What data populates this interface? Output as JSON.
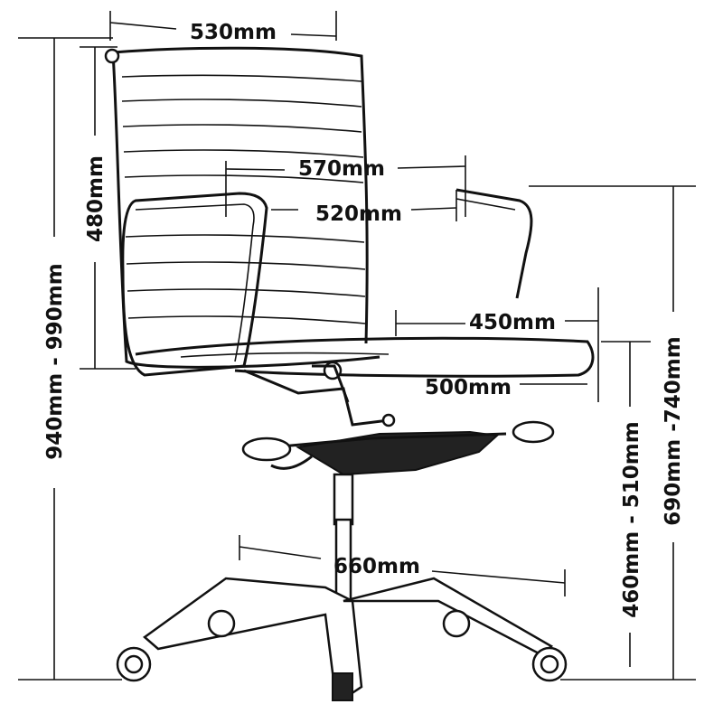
{
  "dimensions": {
    "top_width": "530mm",
    "backrest_height": "480mm",
    "overall_height": "940mm - 990mm",
    "overall_width": "570mm",
    "inner_width": "520mm",
    "seat_depth": "450mm",
    "seat_width": "500mm",
    "base_diameter": "660mm",
    "seat_height": "460mm - 510mm",
    "armrest_height": "690mm -740mm"
  }
}
